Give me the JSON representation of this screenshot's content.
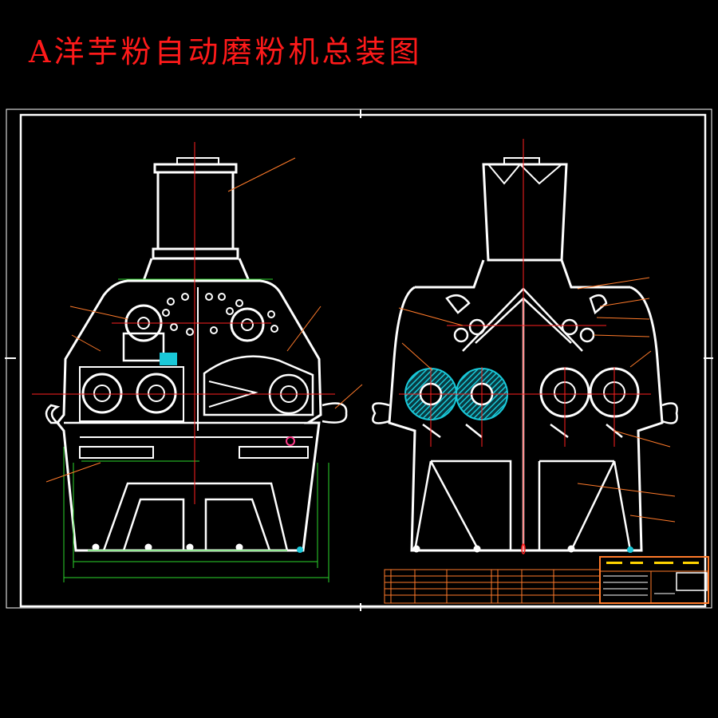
{
  "title": "A洋芋粉自动磨粉机总装图",
  "colors": {
    "background": "#000000",
    "title": "#ff1a1a",
    "outline": "#ffffff",
    "centerline": "#ff2020",
    "dimension": "#2bd62b",
    "leader": "#ff7a2a",
    "roller_hatch": "#19c8d8",
    "table": "#ff7a2a",
    "accent": "#ffd400"
  },
  "views": [
    {
      "name": "front-view"
    },
    {
      "name": "side-section-view"
    }
  ],
  "title_block": {
    "rows": 8
  }
}
